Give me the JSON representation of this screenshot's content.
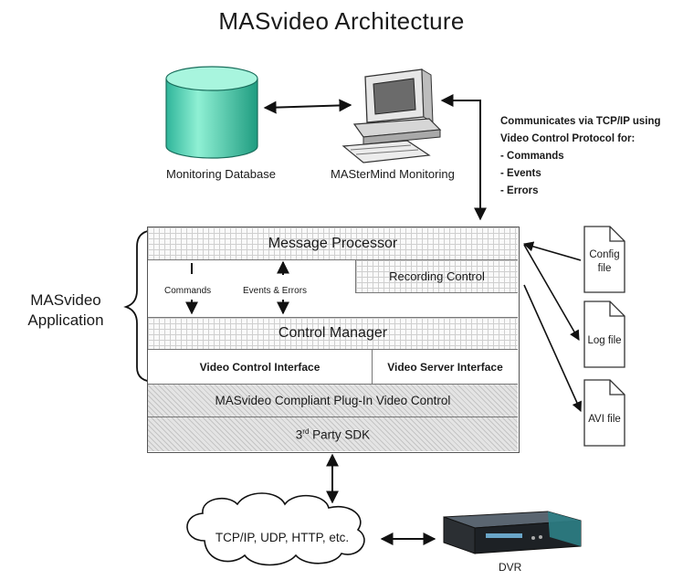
{
  "title": "MASvideo Architecture",
  "nodes": {
    "monitoring_database": "Monitoring Database",
    "mastermind_monitoring": "MASterMind Monitoring",
    "dvr": "DVR",
    "network_cloud": "TCP/IP, UDP, HTTP, etc."
  },
  "protocol_note": {
    "line1": "Communicates via TCP/IP using",
    "line2": "Video Control Protocol for:",
    "items": [
      "- Commands",
      "- Events",
      "- Errors"
    ]
  },
  "application": {
    "label_line1": "MASvideo",
    "label_line2": "Application",
    "message_processor": "Message Processor",
    "recording_control": "Recording Control",
    "commands": "Commands",
    "events_errors": "Events & Errors",
    "control_manager": "Control Manager",
    "video_control_interface": "Video Control Interface",
    "video_server_interface": "Video Server Interface"
  },
  "layers": {
    "plugin": "MASvideo Compliant Plug-In Video Control",
    "sdk_prefix": "3",
    "sdk_sup": "rd",
    "sdk_suffix": " Party SDK"
  },
  "files": {
    "config_line1": "Config",
    "config_line2": "file",
    "log": "Log file",
    "avi": "AVI file"
  }
}
